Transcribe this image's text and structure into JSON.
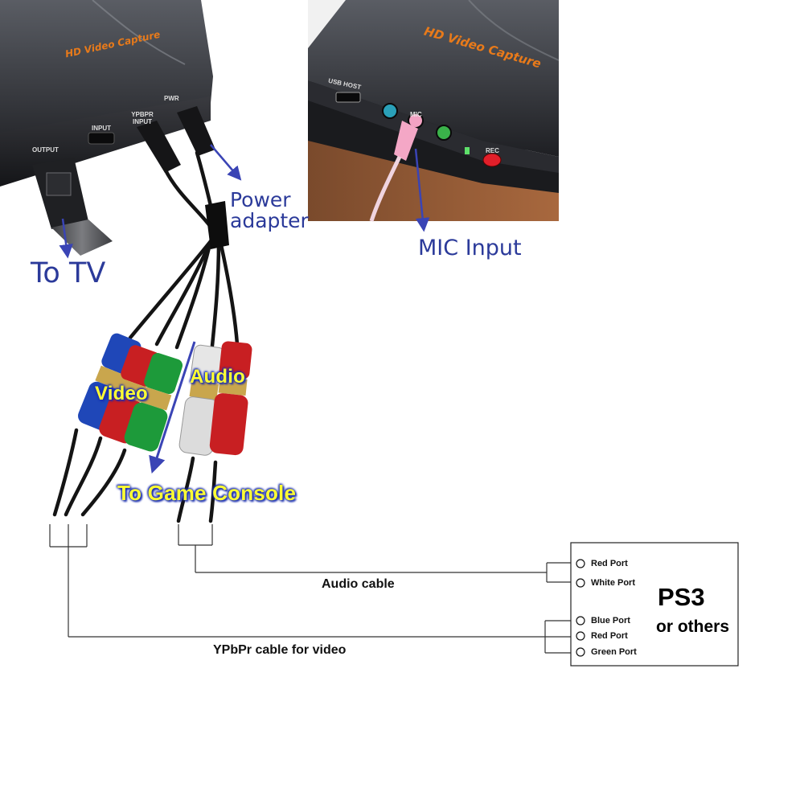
{
  "device": {
    "brand_text": "HD Video Capture",
    "port_output": "OUTPUT",
    "port_input": "INPUT",
    "port_ypbpr": "YPBPR INPUT",
    "port_pwr": "PWR",
    "port_usb_host": "USB HOST",
    "port_mic": "MIC",
    "rec_button": "REC"
  },
  "callouts": {
    "power": "Power adapter",
    "to_tv": "To TV",
    "mic": "MIC Input"
  },
  "cable_labels": {
    "video": "Video",
    "audio": "Audio",
    "console": "To Game Console"
  },
  "wiring": {
    "audio_cable": "Audio cable",
    "video_cable": "YPbPr cable for video"
  },
  "target": {
    "name": "PS3",
    "subtitle": "or others",
    "audio_ports": [
      "Red Port",
      "White Port"
    ],
    "video_ports": [
      "Blue Port",
      "Red Port",
      "Green Port"
    ]
  },
  "colors": {
    "callout_blue": "#2b3a9a",
    "label_yellow": "#ffff33",
    "brand_orange": "#e87a1a",
    "plug_blue": "#1f47b8",
    "plug_red": "#c81f22",
    "plug_green": "#1d9a3a",
    "plug_white": "#e6e6e6"
  }
}
